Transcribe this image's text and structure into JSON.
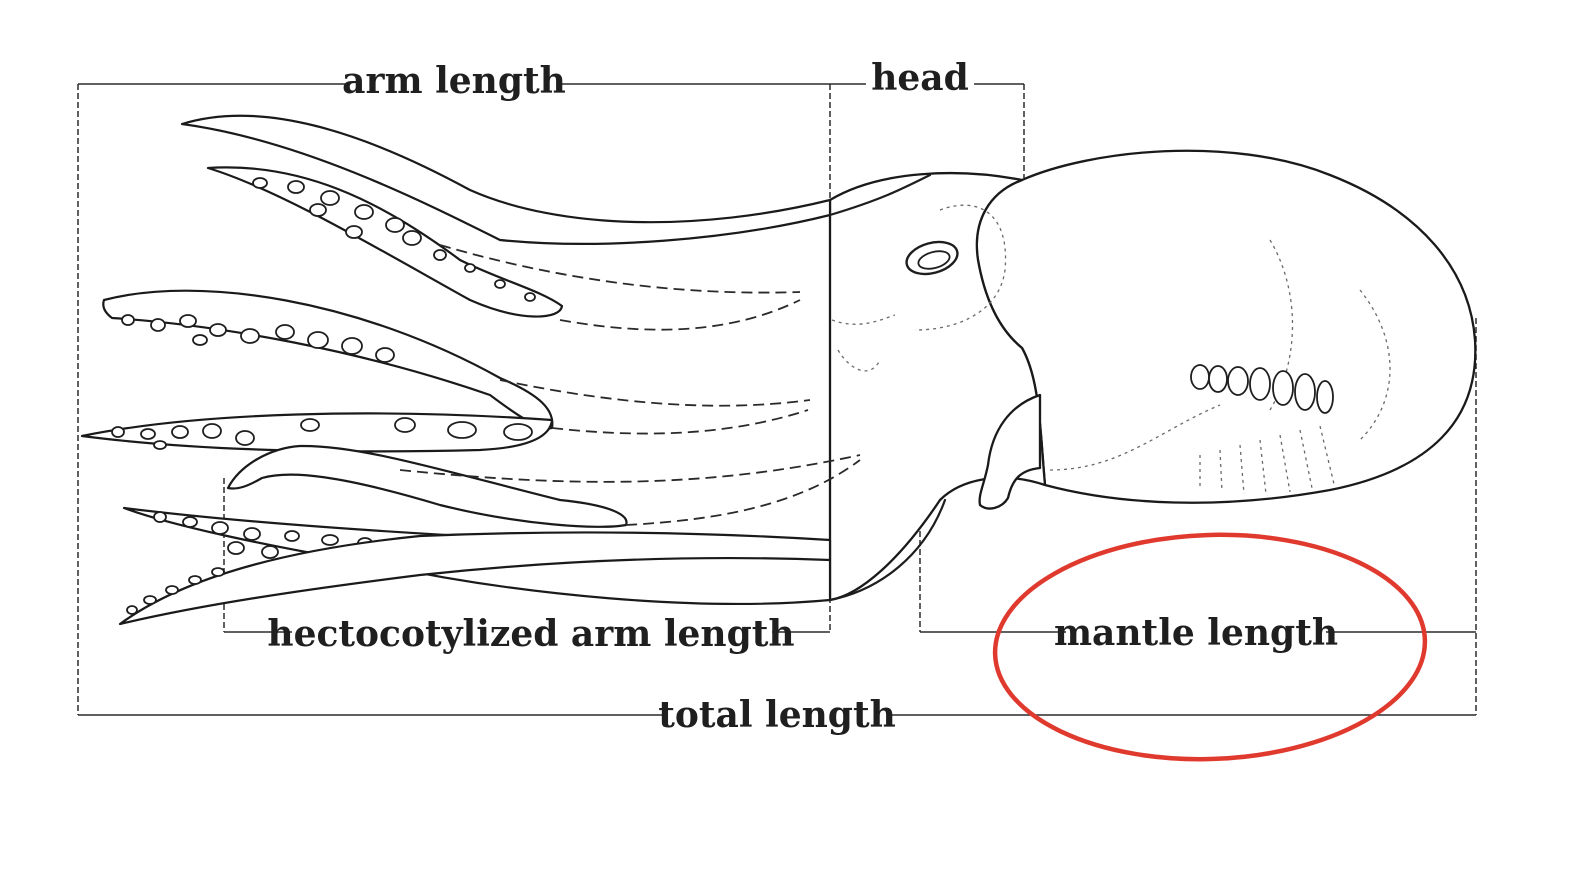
{
  "labels": {
    "arm_length": "arm length",
    "head": "head",
    "hectocotylized_arm_length": "hectocotylized arm length",
    "mantle_length": "mantle length",
    "total_length": "total length"
  },
  "highlight": {
    "target": "mantle length",
    "color": "#e03a2f"
  },
  "colors": {
    "ink": "#1e1e1e",
    "background": "#ffffff"
  }
}
